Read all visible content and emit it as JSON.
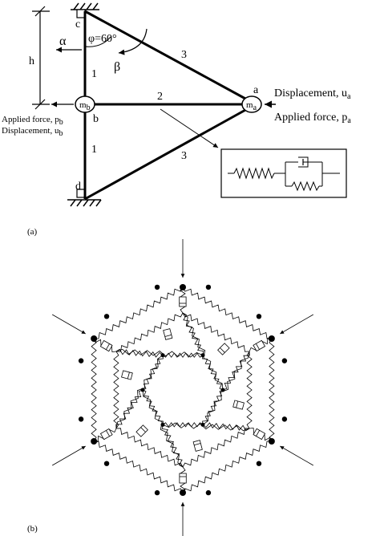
{
  "panel_a": {
    "panel_label": "(a)",
    "node_c": "c",
    "node_d": "d",
    "node_a": "a",
    "node_b": "b",
    "angle_label": "φ=60°",
    "alpha": "α",
    "beta": "β",
    "height_label": "h",
    "member_1_top": "1",
    "member_1_bottom": "1",
    "member_2": "2",
    "member_3_top": "3",
    "member_3_bottom": "3",
    "mass_a": "m",
    "mass_a_sub": "a",
    "mass_b": "m",
    "mass_b_sub": "b",
    "disp_a": "Displacement, u",
    "disp_a_sub": "a",
    "force_a": "Applied force, p",
    "force_a_sub": "a",
    "force_b": "Applied force, p",
    "force_b_sub": "b",
    "disp_b": "Displacement, u",
    "disp_b_sub": "b"
  },
  "panel_b": {
    "panel_label": "(b)"
  }
}
